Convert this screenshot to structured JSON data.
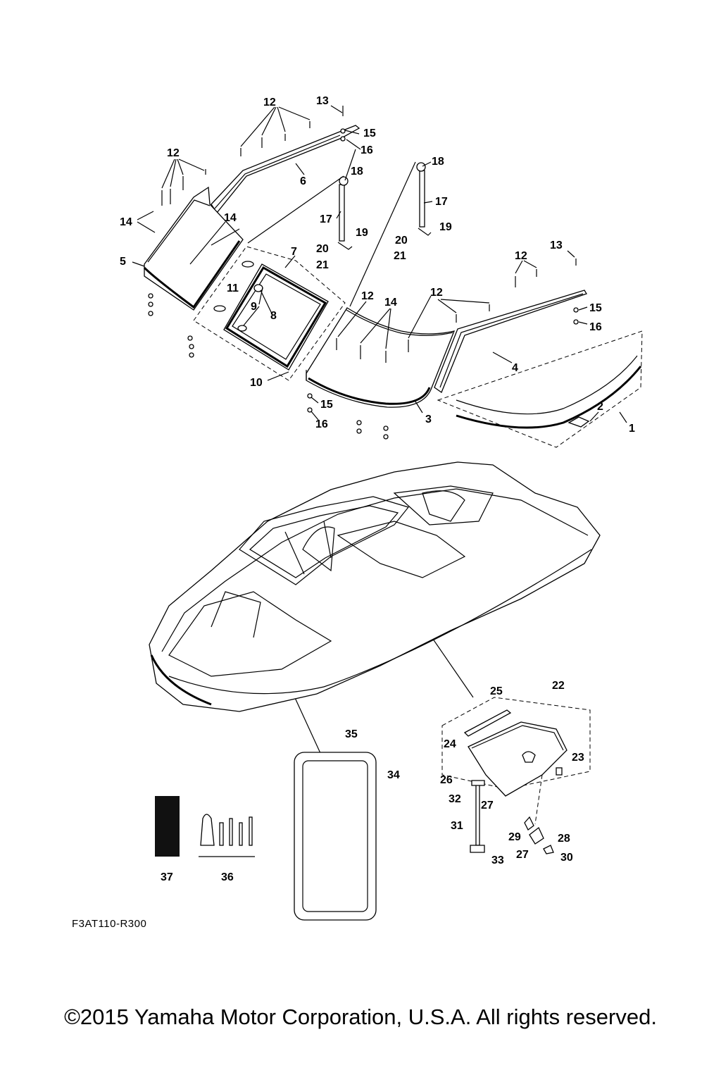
{
  "diagram": {
    "code": "F3AT110-R300",
    "callouts": [
      {
        "id": "c1",
        "text": "1"
      },
      {
        "id": "c2",
        "text": "2"
      },
      {
        "id": "c3",
        "text": "3"
      },
      {
        "id": "c4",
        "text": "4"
      },
      {
        "id": "c5",
        "text": "5"
      },
      {
        "id": "c6",
        "text": "6"
      },
      {
        "id": "c7",
        "text": "7"
      },
      {
        "id": "c8",
        "text": "8"
      },
      {
        "id": "c9",
        "text": "9"
      },
      {
        "id": "c10",
        "text": "10"
      },
      {
        "id": "c11",
        "text": "11"
      },
      {
        "id": "c12a",
        "text": "12"
      },
      {
        "id": "c12b",
        "text": "12"
      },
      {
        "id": "c12c",
        "text": "12"
      },
      {
        "id": "c12d",
        "text": "12"
      },
      {
        "id": "c12e",
        "text": "12"
      },
      {
        "id": "c13a",
        "text": "13"
      },
      {
        "id": "c13b",
        "text": "13"
      },
      {
        "id": "c14a",
        "text": "14"
      },
      {
        "id": "c14b",
        "text": "14"
      },
      {
        "id": "c14c",
        "text": "14"
      },
      {
        "id": "c15a",
        "text": "15"
      },
      {
        "id": "c15b",
        "text": "15"
      },
      {
        "id": "c15c",
        "text": "15"
      },
      {
        "id": "c16a",
        "text": "16"
      },
      {
        "id": "c16b",
        "text": "16"
      },
      {
        "id": "c16c",
        "text": "16"
      },
      {
        "id": "c17a",
        "text": "17"
      },
      {
        "id": "c17b",
        "text": "17"
      },
      {
        "id": "c18a",
        "text": "18"
      },
      {
        "id": "c18b",
        "text": "18"
      },
      {
        "id": "c19a",
        "text": "19"
      },
      {
        "id": "c19b",
        "text": "19"
      },
      {
        "id": "c20a",
        "text": "20"
      },
      {
        "id": "c20b",
        "text": "20"
      },
      {
        "id": "c21a",
        "text": "21"
      },
      {
        "id": "c21b",
        "text": "21"
      },
      {
        "id": "c22",
        "text": "22"
      },
      {
        "id": "c23",
        "text": "23"
      },
      {
        "id": "c24",
        "text": "24"
      },
      {
        "id": "c25",
        "text": "25"
      },
      {
        "id": "c26",
        "text": "26"
      },
      {
        "id": "c27a",
        "text": "27"
      },
      {
        "id": "c27b",
        "text": "27"
      },
      {
        "id": "c28",
        "text": "28"
      },
      {
        "id": "c29",
        "text": "29"
      },
      {
        "id": "c30",
        "text": "30"
      },
      {
        "id": "c31",
        "text": "31"
      },
      {
        "id": "c32",
        "text": "32"
      },
      {
        "id": "c33",
        "text": "33"
      },
      {
        "id": "c34",
        "text": "34"
      },
      {
        "id": "c35",
        "text": "35"
      },
      {
        "id": "c36",
        "text": "36"
      },
      {
        "id": "c37",
        "text": "37"
      }
    ]
  },
  "footer": {
    "copyright": "©2015 Yamaha Motor Corporation, U.S.A. All rights reserved."
  }
}
